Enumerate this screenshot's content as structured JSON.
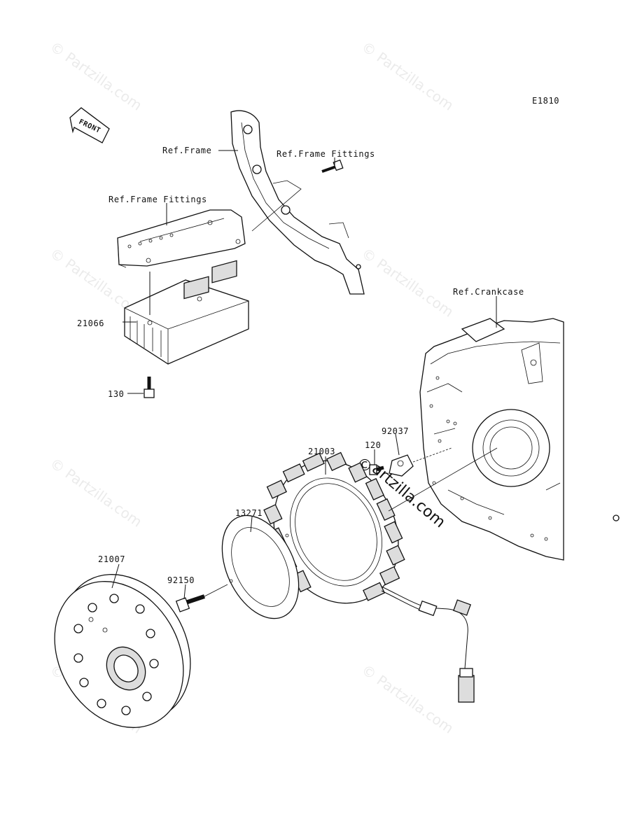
{
  "diagram_id": "E1810",
  "front_label": "FRONT",
  "watermark": "© Partzilla.com",
  "corner_watermark_copy": "©",
  "corner_watermark_text": "artzilla.com",
  "labels": {
    "ref_frame": "Ref.Frame",
    "ref_frame_fittings_top": "Ref.Frame Fittings",
    "ref_frame_fittings_left": "Ref.Frame Fittings",
    "ref_crankcase": "Ref.Crankcase",
    "p21066": "21066",
    "p130": "130",
    "p92037": "92037",
    "p120": "120",
    "p21003": "21003",
    "p13271": "13271",
    "p21007": "21007",
    "p92150": "92150"
  }
}
